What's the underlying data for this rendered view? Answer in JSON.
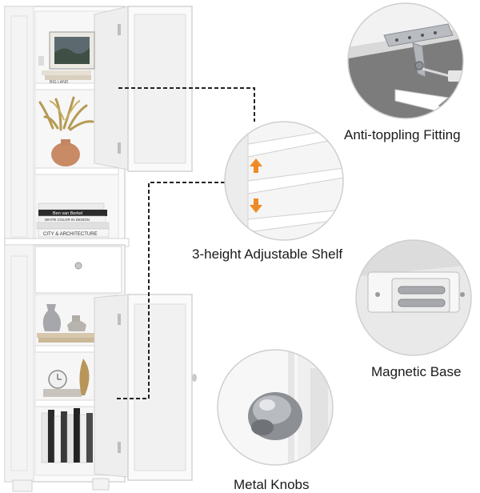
{
  "features": {
    "anti_toppling": "Anti-toppling Fitting",
    "adjustable_shelf": "3-height Adjustable Shelf",
    "magnetic_base": "Magnetic Base",
    "metal_knobs": "Metal Knobs"
  },
  "books_top": [
    "Ben van Berkel",
    "WHITE COLOR IN DESIGN",
    "CITY & ARCHITECTURE"
  ],
  "book_small": "BIG LAND",
  "colors": {
    "cabinet": "#fbfbfb",
    "outline": "#d9d9d9",
    "arrow": "#f08a24",
    "leader": "#222222"
  }
}
